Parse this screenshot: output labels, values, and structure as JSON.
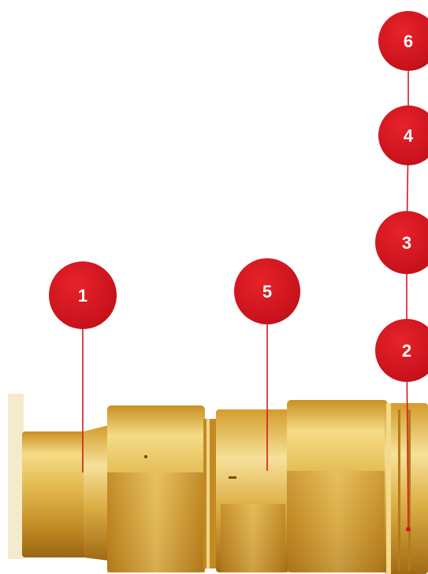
{
  "callouts": [
    {
      "id": "1",
      "label": "1"
    },
    {
      "id": "5",
      "label": "5"
    },
    {
      "id": "6",
      "label": "6"
    },
    {
      "id": "4",
      "label": "4"
    },
    {
      "id": "3",
      "label": "3"
    },
    {
      "id": "2",
      "label": "2"
    }
  ],
  "colors": {
    "callout_fill": "#d5151d",
    "leader_line": "#d01b1b",
    "brass_light": "#f2d77a",
    "brass_mid": "#d8a93c",
    "brass_dark": "#a36f16"
  }
}
